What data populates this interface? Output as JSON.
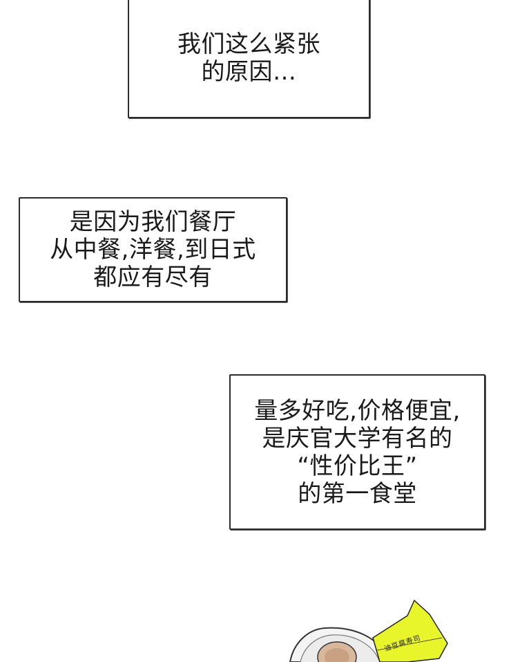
{
  "captions": [
    {
      "lines": [
        "我们这么紧张",
        "的原因…"
      ]
    },
    {
      "lines": [
        "是因为我们餐厅",
        "从中餐,洋餐,到日式",
        "都应有尽有"
      ]
    },
    {
      "lines": [
        "量多好吃,价格便宜,",
        "是庆官大学有名的",
        "“性价比王”",
        "的第一食堂"
      ]
    }
  ],
  "illustration": {
    "sticker_text": "油豆腐寿司",
    "sticker_color": "#e8f52a"
  }
}
